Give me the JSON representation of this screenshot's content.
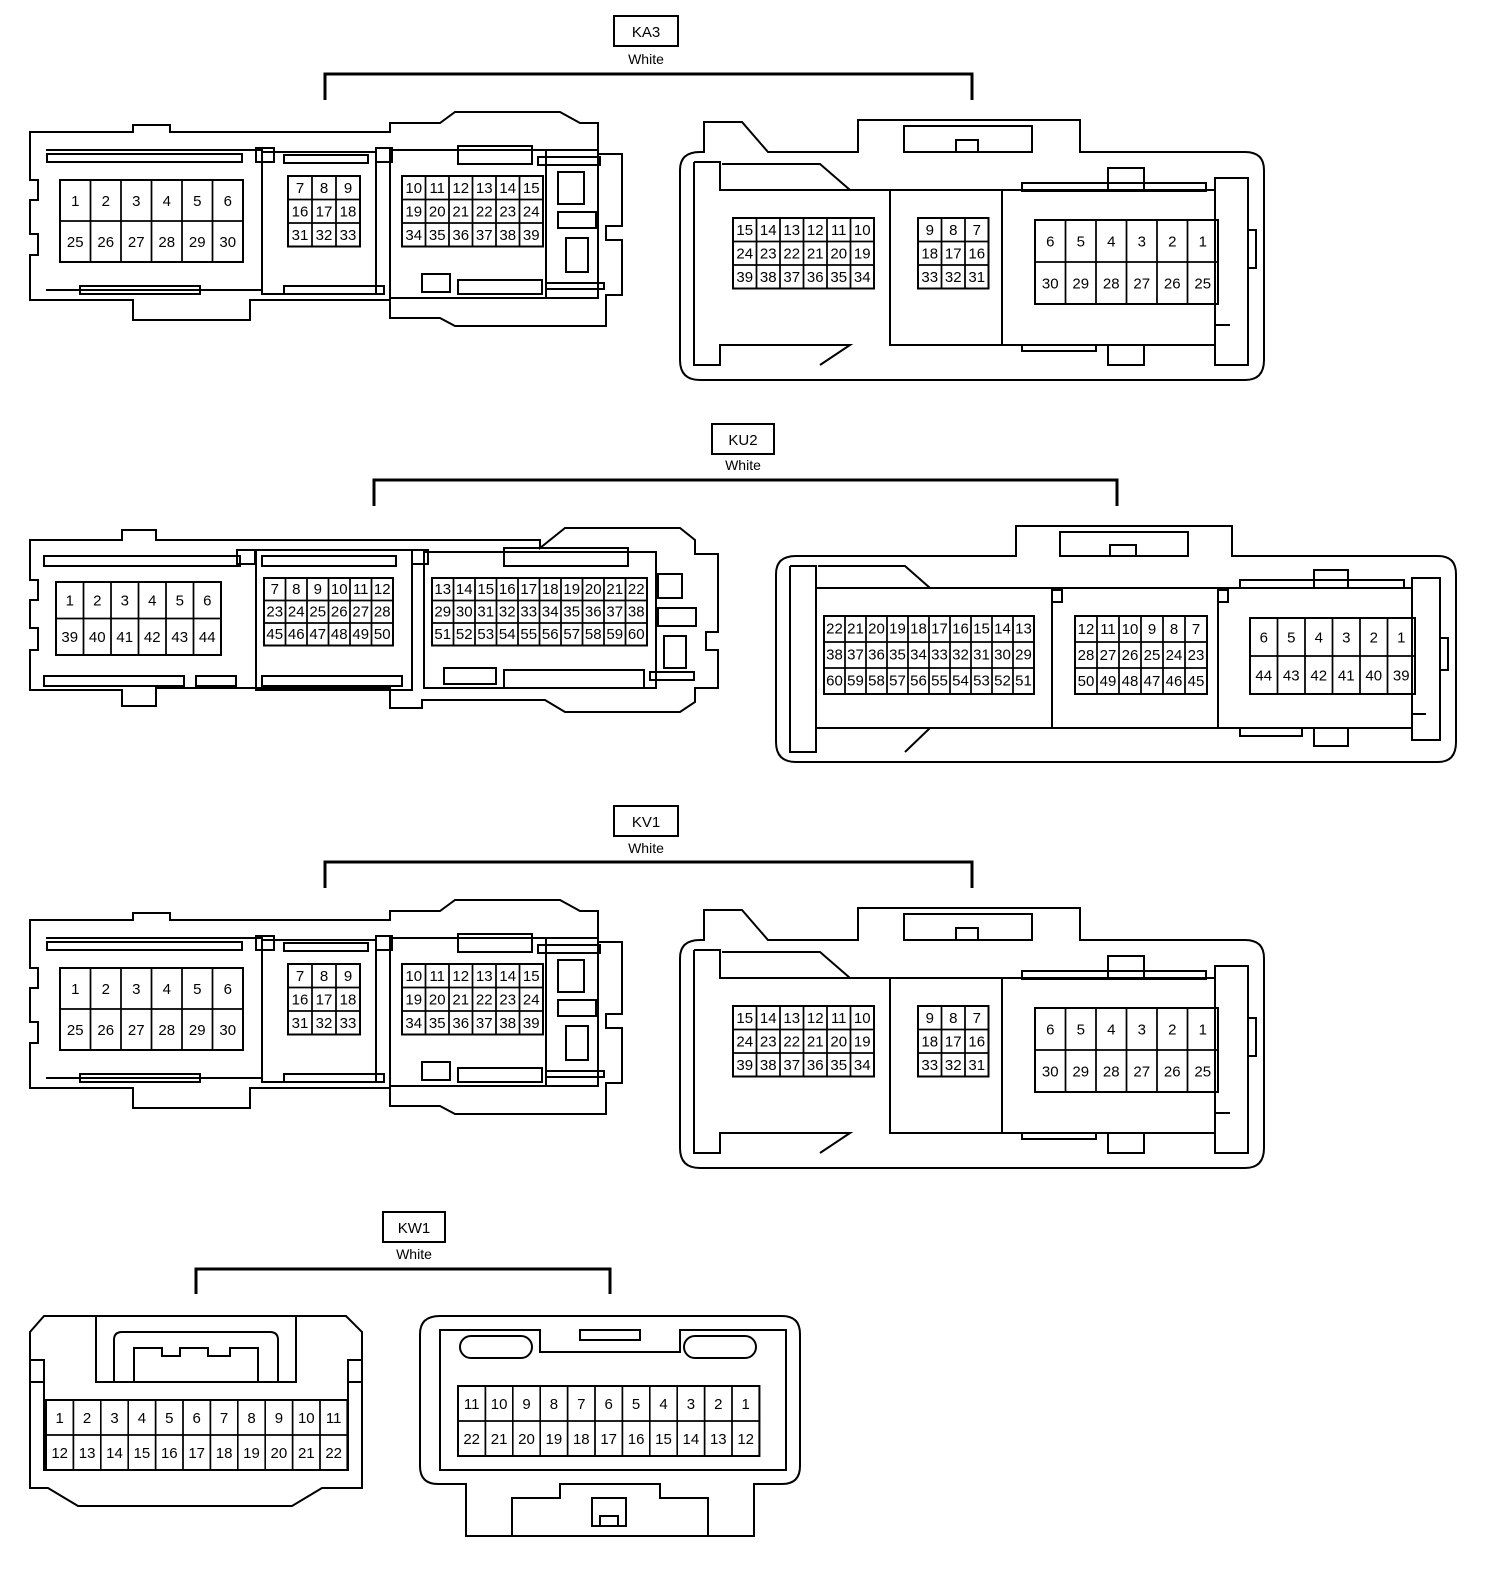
{
  "connectors": [
    {
      "id": "KA3",
      "color": "White",
      "left_blocks": [
        [
          [
            "1",
            "2",
            "3",
            "4",
            "5",
            "6"
          ],
          [
            "25",
            "26",
            "27",
            "28",
            "29",
            "30"
          ]
        ],
        [
          [
            "7",
            "8",
            "9"
          ],
          [
            "16",
            "17",
            "18"
          ],
          [
            "31",
            "32",
            "33"
          ]
        ],
        [
          [
            "10",
            "11",
            "12",
            "13",
            "14",
            "15"
          ],
          [
            "19",
            "20",
            "21",
            "22",
            "23",
            "24"
          ],
          [
            "34",
            "35",
            "36",
            "37",
            "38",
            "39"
          ]
        ]
      ],
      "right_blocks": [
        [
          [
            "15",
            "14",
            "13",
            "12",
            "11",
            "10"
          ],
          [
            "24",
            "23",
            "22",
            "21",
            "20",
            "19"
          ],
          [
            "39",
            "38",
            "37",
            "36",
            "35",
            "34"
          ]
        ],
        [
          [
            "9",
            "8",
            "7"
          ],
          [
            "18",
            "17",
            "16"
          ],
          [
            "33",
            "32",
            "31"
          ]
        ],
        [
          [
            "6",
            "5",
            "4",
            "3",
            "2",
            "1"
          ],
          [
            "30",
            "29",
            "28",
            "27",
            "26",
            "25"
          ]
        ]
      ]
    },
    {
      "id": "KU2",
      "color": "White",
      "left_blocks": [
        [
          [
            "1",
            "2",
            "3",
            "4",
            "5",
            "6"
          ],
          [
            "39",
            "40",
            "41",
            "42",
            "43",
            "44"
          ]
        ],
        [
          [
            "7",
            "8",
            "9",
            "10",
            "11",
            "12"
          ],
          [
            "23",
            "24",
            "25",
            "26",
            "27",
            "28"
          ],
          [
            "45",
            "46",
            "47",
            "48",
            "49",
            "50"
          ]
        ],
        [
          [
            "13",
            "14",
            "15",
            "16",
            "17",
            "18",
            "19",
            "20",
            "21",
            "22"
          ],
          [
            "29",
            "30",
            "31",
            "32",
            "33",
            "34",
            "35",
            "36",
            "37",
            "38"
          ],
          [
            "51",
            "52",
            "53",
            "54",
            "55",
            "56",
            "57",
            "58",
            "59",
            "60"
          ]
        ]
      ],
      "right_blocks": [
        [
          [
            "22",
            "21",
            "20",
            "19",
            "18",
            "17",
            "16",
            "15",
            "14",
            "13"
          ],
          [
            "38",
            "37",
            "36",
            "35",
            "34",
            "33",
            "32",
            "31",
            "30",
            "29"
          ],
          [
            "60",
            "59",
            "58",
            "57",
            "56",
            "55",
            "54",
            "53",
            "52",
            "51"
          ]
        ],
        [
          [
            "12",
            "11",
            "10",
            "9",
            "8",
            "7"
          ],
          [
            "28",
            "27",
            "26",
            "25",
            "24",
            "23"
          ],
          [
            "50",
            "49",
            "48",
            "47",
            "46",
            "45"
          ]
        ],
        [
          [
            "6",
            "5",
            "4",
            "3",
            "2",
            "1"
          ],
          [
            "44",
            "43",
            "42",
            "41",
            "40",
            "39"
          ]
        ]
      ]
    },
    {
      "id": "KV1",
      "color": "White",
      "left_blocks": [
        [
          [
            "1",
            "2",
            "3",
            "4",
            "5",
            "6"
          ],
          [
            "25",
            "26",
            "27",
            "28",
            "29",
            "30"
          ]
        ],
        [
          [
            "7",
            "8",
            "9"
          ],
          [
            "16",
            "17",
            "18"
          ],
          [
            "31",
            "32",
            "33"
          ]
        ],
        [
          [
            "10",
            "11",
            "12",
            "13",
            "14",
            "15"
          ],
          [
            "19",
            "20",
            "21",
            "22",
            "23",
            "24"
          ],
          [
            "34",
            "35",
            "36",
            "37",
            "38",
            "39"
          ]
        ]
      ],
      "right_blocks": [
        [
          [
            "15",
            "14",
            "13",
            "12",
            "11",
            "10"
          ],
          [
            "24",
            "23",
            "22",
            "21",
            "20",
            "19"
          ],
          [
            "39",
            "38",
            "37",
            "36",
            "35",
            "34"
          ]
        ],
        [
          [
            "9",
            "8",
            "7"
          ],
          [
            "18",
            "17",
            "16"
          ],
          [
            "33",
            "32",
            "31"
          ]
        ],
        [
          [
            "6",
            "5",
            "4",
            "3",
            "2",
            "1"
          ],
          [
            "30",
            "29",
            "28",
            "27",
            "26",
            "25"
          ]
        ]
      ]
    },
    {
      "id": "KW1",
      "color": "White",
      "left_blocks": [
        [
          [
            "1",
            "2",
            "3",
            "4",
            "5",
            "6",
            "7",
            "8",
            "9",
            "10",
            "11"
          ],
          [
            "12",
            "13",
            "14",
            "15",
            "16",
            "17",
            "18",
            "19",
            "20",
            "21",
            "22"
          ]
        ]
      ],
      "right_blocks": [
        [
          [
            "11",
            "10",
            "9",
            "8",
            "7",
            "6",
            "5",
            "4",
            "3",
            "2",
            "1"
          ],
          [
            "22",
            "21",
            "20",
            "19",
            "18",
            "17",
            "16",
            "15",
            "14",
            "13",
            "12"
          ]
        ]
      ]
    }
  ]
}
